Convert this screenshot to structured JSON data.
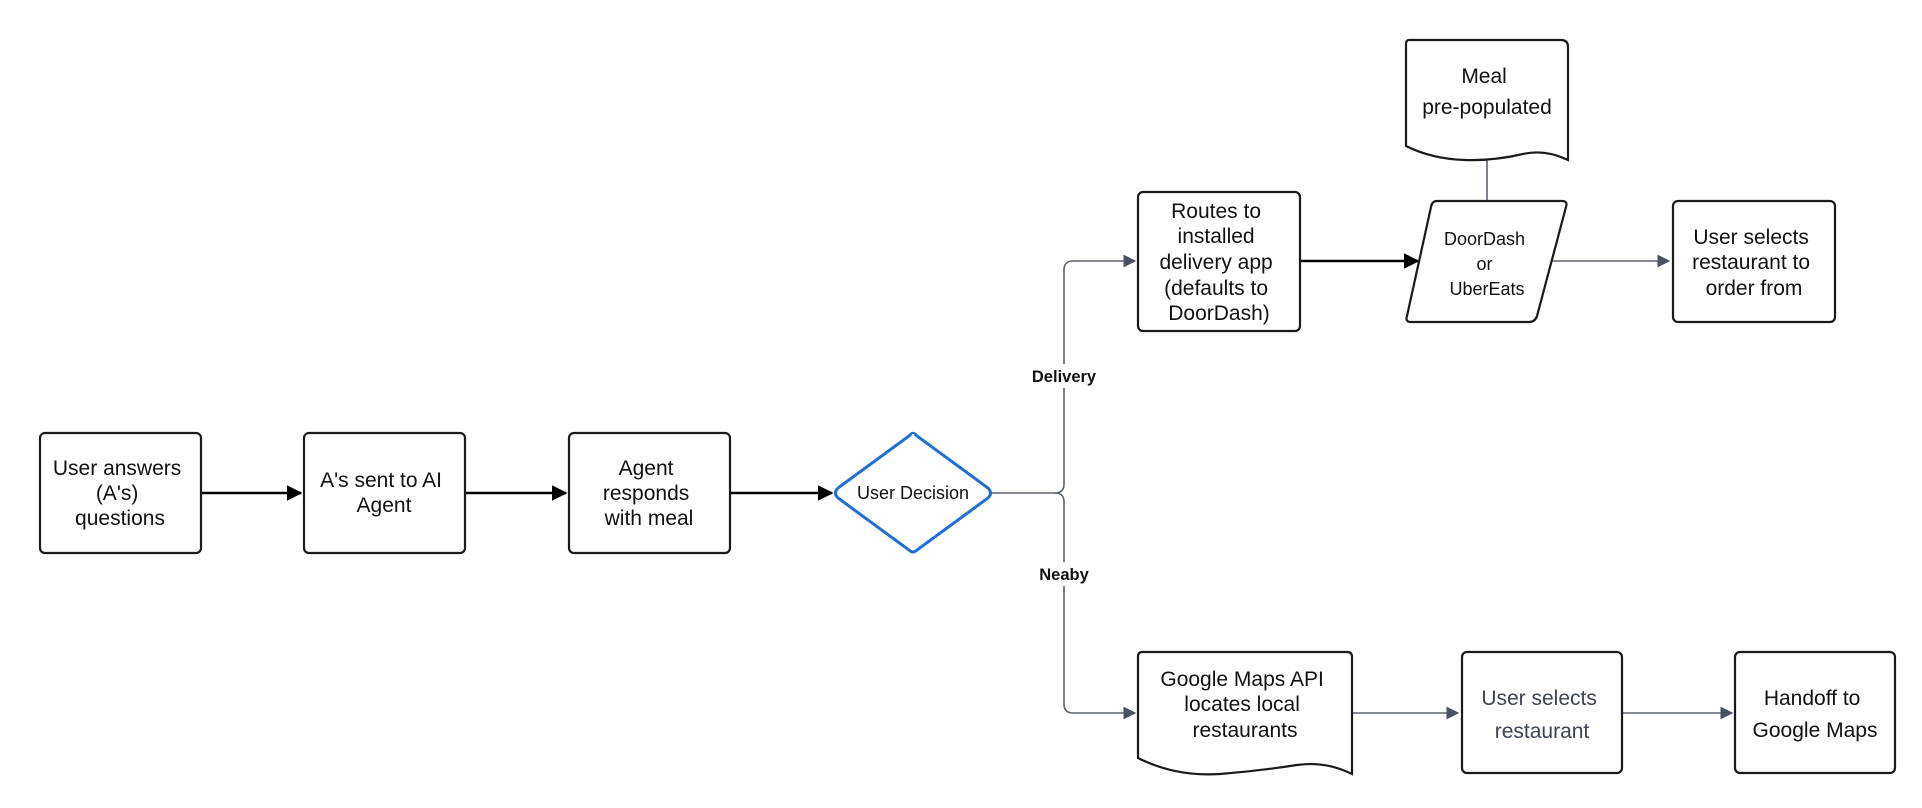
{
  "nodes": {
    "user_answers": [
      "User answers",
      "(A's)",
      "questions"
    ],
    "sent_to_agent": [
      "A's sent to AI",
      "Agent"
    ],
    "agent_responds": [
      "Agent",
      "responds",
      "with meal"
    ],
    "user_decision": [
      "User Decision"
    ],
    "routes_delivery": [
      "Routes to",
      "installed",
      "delivery app",
      "(defaults to",
      "DoorDash)"
    ],
    "meal_prepopulated": [
      "Meal",
      "pre-populated"
    ],
    "doordash_ubereats": [
      "DoorDash",
      "or",
      "UberEats"
    ],
    "user_selects_order": [
      "User selects",
      "restaurant to",
      "order from"
    ],
    "google_maps_api": [
      "Google Maps API",
      "locates local",
      "restaurants"
    ],
    "user_selects_restaurant": [
      "User selects",
      "restaurant"
    ],
    "handoff_maps": [
      "Handoff to",
      "Google Maps"
    ]
  },
  "edge_labels": {
    "delivery": "Delivery",
    "nearby": "Neaby"
  },
  "colors": {
    "stroke": "#1a1a1a",
    "decision_stroke": "#1f6fd6",
    "connector_thin": "#5b6270",
    "connector_thick": "#000000"
  }
}
